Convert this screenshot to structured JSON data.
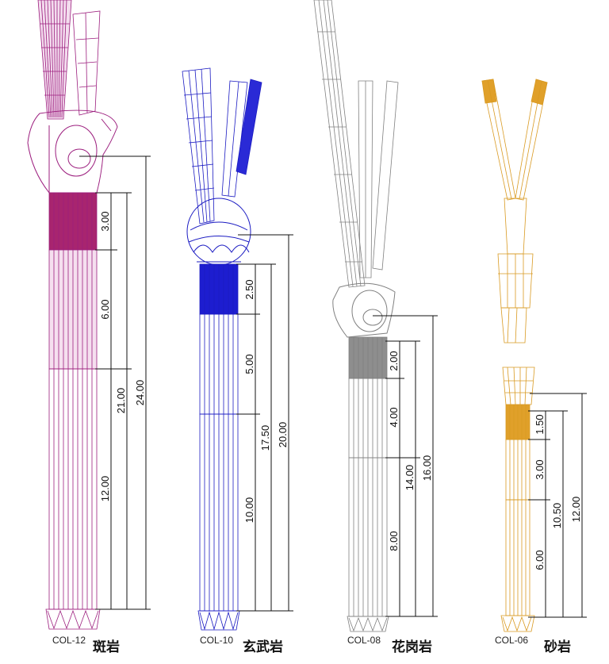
{
  "columns": [
    {
      "code": "COL-12",
      "material": "斑岩",
      "color": "#9c1e7e",
      "segment_dims": [
        "3.00",
        "6.00",
        "12.00"
      ],
      "sum_dims": [
        "21.00",
        "24.00"
      ]
    },
    {
      "code": "COL-10",
      "material": "玄武岩",
      "color": "#1b1bc2",
      "segment_dims": [
        "2.50",
        "5.00",
        "10.00"
      ],
      "sum_dims": [
        "17.50",
        "20.00"
      ]
    },
    {
      "code": "COL-08",
      "material": "花岗岩",
      "color": "#808080",
      "segment_dims": [
        "2.00",
        "4.00",
        "8.00"
      ],
      "sum_dims": [
        "14.00",
        "16.00"
      ]
    },
    {
      "code": "COL-06",
      "material": "砂岩",
      "color": "#d99a22",
      "segment_dims": [
        "1.50",
        "3.00",
        "6.00"
      ],
      "sum_dims": [
        "10.50",
        "12.00"
      ]
    }
  ]
}
